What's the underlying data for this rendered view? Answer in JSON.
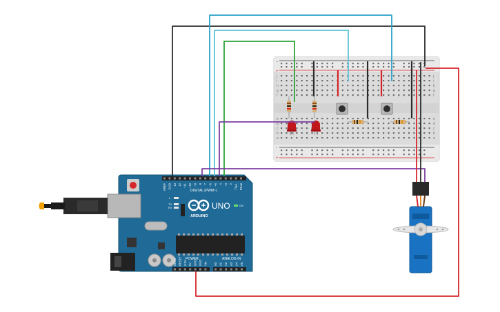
{
  "board": {
    "brand": "ARDUINO",
    "model": "UNO",
    "digital_header": "DIGITAL (PWM~)",
    "power_label": "POWER",
    "analog_label": "ANALOG IN",
    "on_label": "ON",
    "led_l": "L",
    "led_tx": "TX",
    "led_rx": "RX",
    "digital_pins": [
      "AREF",
      "GND",
      "13",
      "12",
      "~11",
      "~10",
      "~9",
      "8",
      "7",
      "~6",
      "~5",
      "4",
      "~3",
      "2",
      "TX▸1",
      "RX◂0"
    ],
    "power_pins": [
      "IOREF",
      "RESET",
      "3.3V",
      "5V",
      "GND",
      "GND",
      "Vin"
    ],
    "analog_pins": [
      "A0",
      "A1",
      "A2",
      "A3",
      "A4",
      "A5"
    ]
  },
  "breadboard": {
    "row_letters_top": [
      "j",
      "i",
      "h",
      "g",
      "f"
    ],
    "row_letters_bottom": [
      "e",
      "d",
      "c",
      "b",
      "a"
    ],
    "rail_plus": "+",
    "rail_minus": "-"
  },
  "colors": {
    "wire_black": "#2b2b2b",
    "wire_blue": "#2aa1c8",
    "wire_cyan": "#5cc4d6",
    "wire_green": "#2ea23a",
    "wire_purple": "#7b3fa0",
    "wire_red": "#d6262b",
    "board_blue": "#1f6a96",
    "breadboard": "#e4e4e4",
    "servo_blue": "#1a73c2"
  },
  "icons": {
    "usb": "usb-cable-icon",
    "logo": "arduino-infinity-icon"
  }
}
